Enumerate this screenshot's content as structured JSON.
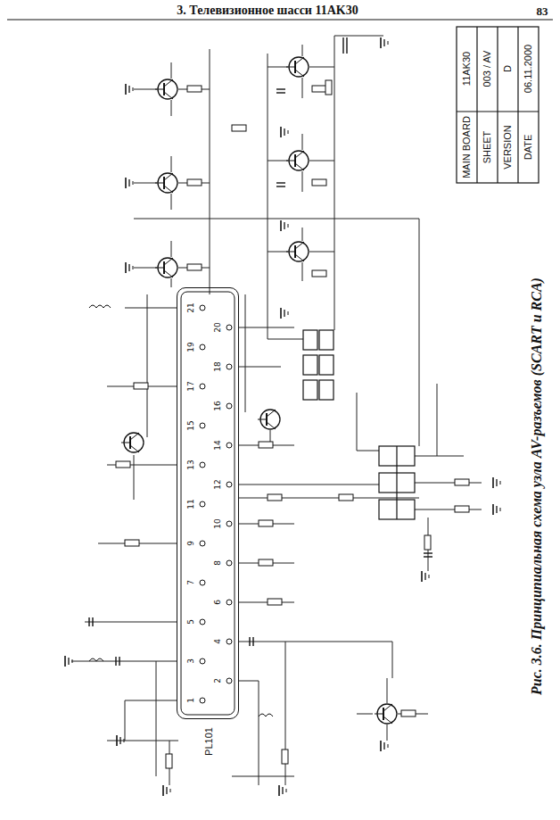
{
  "diagram": {
    "title": "3. Телевизионное шасси 11AK30",
    "caption": "Рис. 3.6. Принципиальная схема узла AV-разъемов (SCART и RCA)",
    "nodes": [
      {
        "text": [
          "PL101"
        ]
      }
    ],
    "labels": [
      "83",
      "MAIN BOARD",
      "11AK30",
      "SHEET",
      "003 / AV",
      "VERSION",
      "D",
      "DATE",
      "06.11.2000",
      "21",
      "19",
      "17",
      "15",
      "13",
      "11",
      "9",
      "7",
      "5",
      "3",
      "1",
      "20",
      "18",
      "16",
      "14",
      "12",
      "10",
      "8",
      "6",
      "4",
      "2"
    ]
  }
}
